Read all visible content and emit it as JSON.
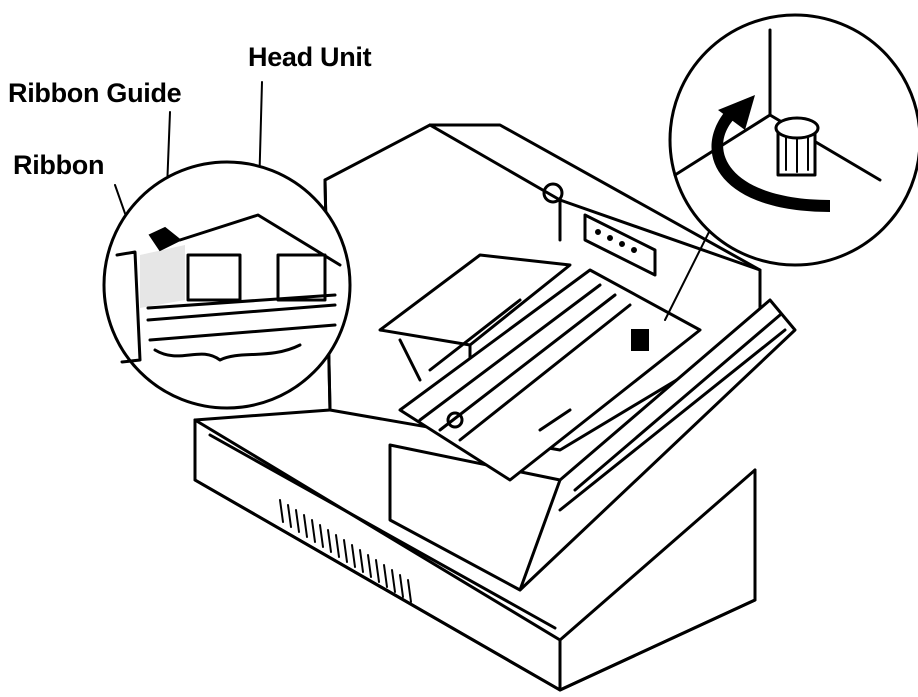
{
  "labels": {
    "head_unit": "Head Unit",
    "ribbon_guide": "Ribbon Guide",
    "ribbon": "Ribbon"
  }
}
